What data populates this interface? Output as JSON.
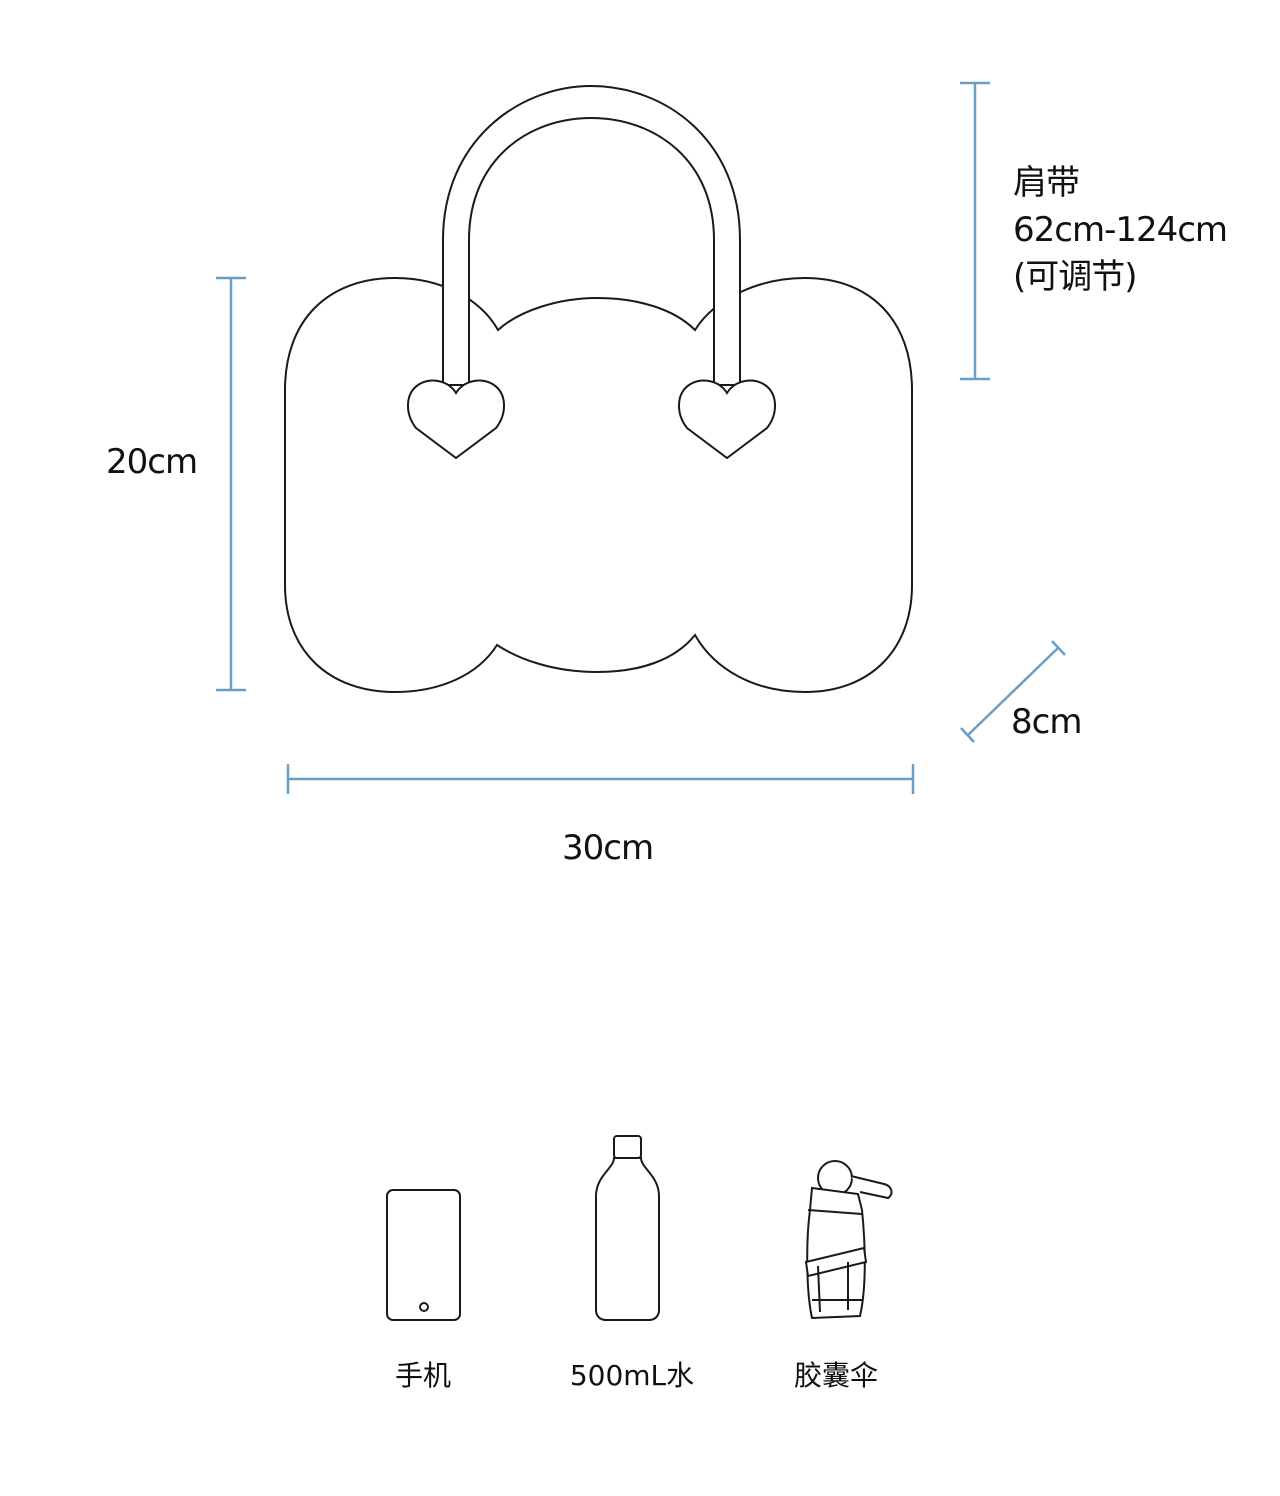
{
  "dimensions": {
    "height": "20cm",
    "width": "30cm",
    "depth": "8cm",
    "strap": {
      "title": "肩带",
      "range": "62cm-124cm",
      "note": "(可调节)"
    }
  },
  "colors": {
    "dimension_line": "#6b9ec4",
    "outline": "#1a1a1a"
  },
  "capacity_items": [
    {
      "label": "手机",
      "icon": "phone-icon"
    },
    {
      "label": "500mL水",
      "icon": "water-bottle-icon"
    },
    {
      "label": "胶囊伞",
      "icon": "capsule-umbrella-icon"
    }
  ]
}
